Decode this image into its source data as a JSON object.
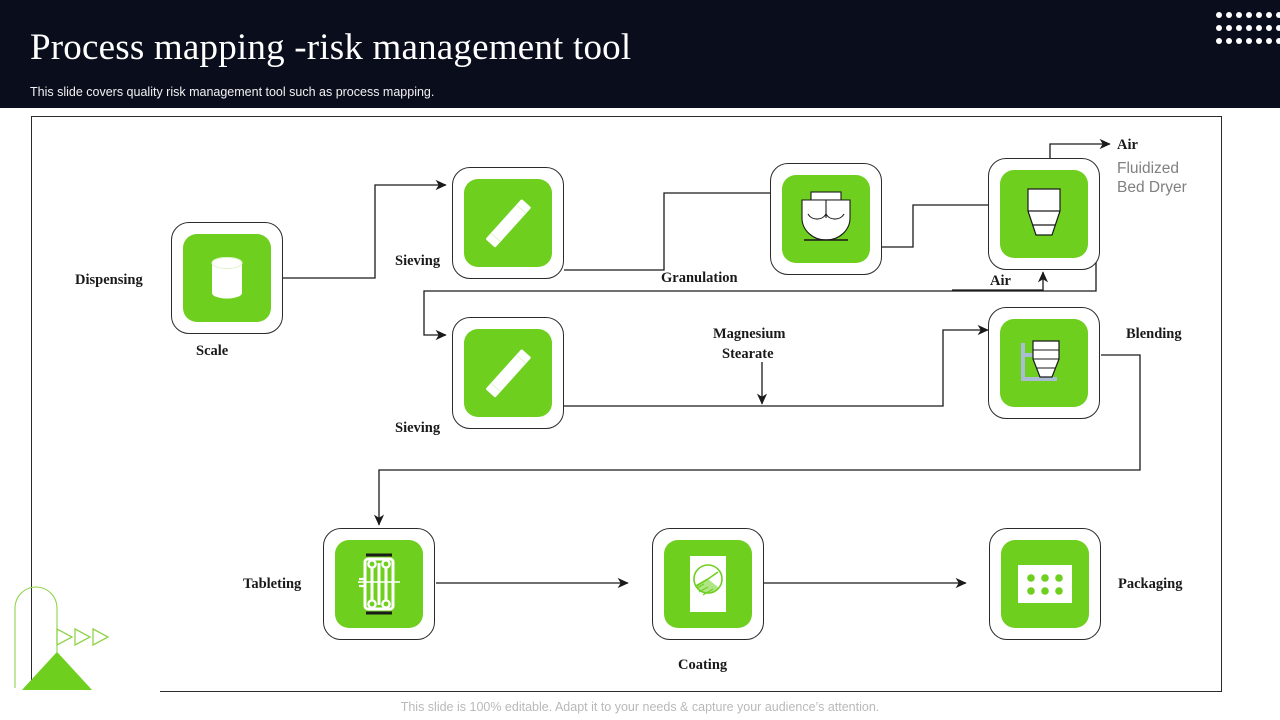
{
  "header": {
    "title": "Process mapping -risk management tool",
    "subtitle": "This slide covers quality risk management tool such as process mapping.",
    "decor_dots_rows": 3,
    "decor_dots_cols": 7,
    "background": "#0a0d1c"
  },
  "theme": {
    "accent_green": "#6fcf1f",
    "line_color": "#2b2b2b",
    "label_color": "#1a1a1a",
    "gray_label_color": "#808080",
    "footer_color": "#b9b9b9"
  },
  "diagram": {
    "type": "process-flow",
    "nodes": [
      {
        "id": "dispensing",
        "label": "Dispensing",
        "sublabel": "Scale",
        "icon": "drum-icon"
      },
      {
        "id": "sieving_1",
        "label": "Sieving",
        "icon": "sieve-icon"
      },
      {
        "id": "granulation",
        "label": "Granulation",
        "icon": "granulator-icon"
      },
      {
        "id": "dryer",
        "label": "Fluidized\nBed Dryer",
        "icon": "hopper-icon"
      },
      {
        "id": "sieving_2",
        "label": "Sieving",
        "icon": "sieve-icon"
      },
      {
        "id": "blending",
        "label": "Blending",
        "icon": "blender-icon"
      },
      {
        "id": "tableting",
        "label": "Tableting",
        "icon": "tablet-press-icon"
      },
      {
        "id": "coating",
        "label": "Coating",
        "icon": "coating-pan-icon"
      },
      {
        "id": "packaging",
        "label": "Packaging",
        "icon": "blister-pack-icon"
      }
    ],
    "annotations": [
      {
        "id": "air_out",
        "text": "Air"
      },
      {
        "id": "air_in",
        "text": "Air"
      },
      {
        "id": "mag_stearate",
        "text": "Magnesium\nStearate"
      }
    ],
    "labels": {
      "dispensing": "Dispensing",
      "scale": "Scale",
      "sieving_1": "Sieving",
      "granulation": "Granulation",
      "dryer_line1": "Fluidized",
      "dryer_line2": "Bed Dryer",
      "air_top": "Air",
      "air_bottom": "Air",
      "sieving_2": "Sieving",
      "mag_1": "Magnesium",
      "mag_2": "Stearate",
      "blending": "Blending",
      "tableting": "Tableting",
      "coating": "Coating",
      "packaging": "Packaging"
    },
    "flow_sequence": [
      "Dispensing (Scale)",
      "Sieving",
      "Granulation",
      "Fluidized Bed Dryer",
      "Sieving",
      "Blending",
      "Tableting",
      "Coating",
      "Packaging"
    ]
  },
  "footer": {
    "note": "This slide is 100% editable. Adapt it to your needs & capture your audience’s attention."
  }
}
